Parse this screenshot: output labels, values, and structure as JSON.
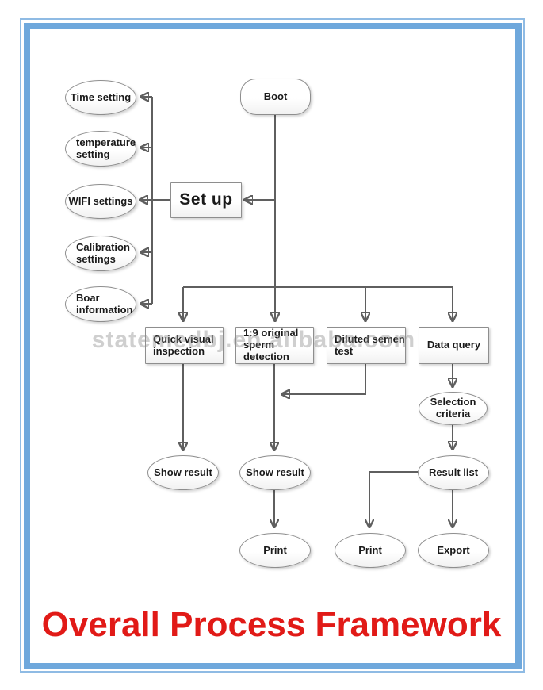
{
  "diagram": {
    "title": "Overall Process Framework",
    "watermark": "statemedbj.en.alibaba.com",
    "colors": {
      "frame_outer": "#8fbbe4",
      "frame_inner": "#6fa8dc",
      "title_red": "#e11a17",
      "connector_gray": "#5f5f5f"
    },
    "nodes": {
      "boot": "Boot",
      "setup": "Set up",
      "time_setting": "Time setting",
      "temperature_setting": "temperature setting",
      "wifi_settings": "WIFI settings",
      "calibration_settings": "Calibration settings",
      "boar_information": "Boar information",
      "quick_visual_inspection": "Quick visual inspection",
      "original_sperm_detection": "1:9 original sperm detection",
      "diluted_semen_test": "Diluted semen test",
      "data_query": "Data query",
      "selection_criteria": "Selection criteria",
      "show_result_left": "Show result",
      "show_result_middle": "Show result",
      "result_list": "Result list",
      "print_middle": "Print",
      "print_right": "Print",
      "export": "Export"
    },
    "edges": [
      {
        "from": "boot",
        "to": "setup"
      },
      {
        "from": "setup",
        "to": "time_setting"
      },
      {
        "from": "setup",
        "to": "temperature_setting"
      },
      {
        "from": "setup",
        "to": "wifi_settings"
      },
      {
        "from": "setup",
        "to": "calibration_settings"
      },
      {
        "from": "setup",
        "to": "boar_information"
      },
      {
        "from": "boot",
        "to": "quick_visual_inspection"
      },
      {
        "from": "boot",
        "to": "original_sperm_detection"
      },
      {
        "from": "boot",
        "to": "diluted_semen_test"
      },
      {
        "from": "boot",
        "to": "data_query"
      },
      {
        "from": "quick_visual_inspection",
        "to": "show_result_left"
      },
      {
        "from": "original_sperm_detection",
        "to": "show_result_middle"
      },
      {
        "from": "diluted_semen_test",
        "to": "show_result_middle"
      },
      {
        "from": "data_query",
        "to": "selection_criteria"
      },
      {
        "from": "selection_criteria",
        "to": "result_list"
      },
      {
        "from": "show_result_middle",
        "to": "print_middle"
      },
      {
        "from": "result_list",
        "to": "print_right"
      },
      {
        "from": "result_list",
        "to": "export"
      }
    ]
  }
}
